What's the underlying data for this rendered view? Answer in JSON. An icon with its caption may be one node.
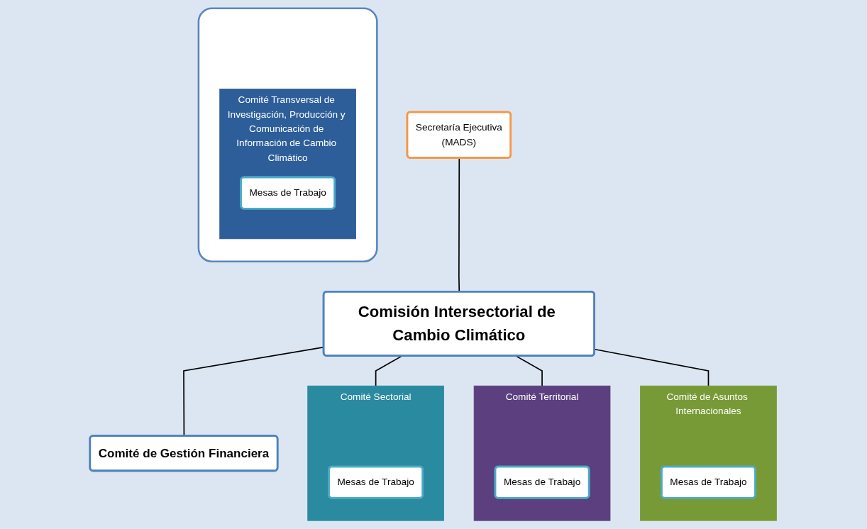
{
  "diagram": {
    "nodes": [
      {
        "text": [
          "Secretaría Ejecutiva",
          "(MADS)"
        ]
      },
      {
        "text": [
          "Comisión Intersectorial de Cambio Climático"
        ]
      },
      {
        "text": [
          "Comité de Gestión Financiera"
        ]
      },
      {
        "text": [
          "Comité Sectorial"
        ]
      },
      {
        "text": [
          "Mesas de Trabajo"
        ],
        "in": 3
      },
      {
        "text": [
          "Comité Territorial"
        ]
      },
      {
        "text": [
          "Mesas de Trabajo"
        ],
        "in": 5
      },
      {
        "text": [
          "Comité de Asuntos Internacionales"
        ]
      },
      {
        "text": [
          "Mesas de Trabajo"
        ],
        "in": 7
      },
      {
        "text": [],
        "shape": "box"
      },
      {
        "text": [
          "Comité Transversal de Investigación, Producción y Comunicación de Información de Cambio Climático"
        ],
        "in": 9
      },
      {
        "text": [
          "Mesas de Trabajo"
        ],
        "in": 10
      }
    ],
    "edges": [
      {
        "from": 0,
        "to": 1,
        "arrow": "none"
      },
      {
        "from": 1,
        "to": 2,
        "arrow": "none"
      },
      {
        "from": 1,
        "to": 3,
        "arrow": "none"
      },
      {
        "from": 1,
        "to": 5,
        "arrow": "none"
      },
      {
        "from": 1,
        "to": 7,
        "arrow": "none"
      }
    ]
  }
}
